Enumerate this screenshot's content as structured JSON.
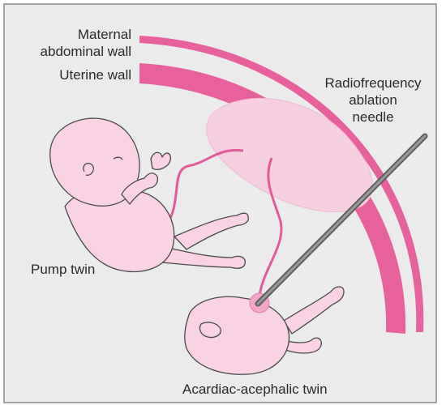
{
  "labels": {
    "maternal_abdominal_wall_line1": "Maternal",
    "maternal_abdominal_wall_line2": "abdominal wall",
    "uterine_wall": "Uterine wall",
    "needle_line1": "Radiofrequency",
    "needle_line2": "ablation",
    "needle_line3": "needle",
    "pump_twin": "Pump twin",
    "acardiac_twin": "Acardiac-acephalic twin"
  },
  "colors": {
    "frame": "#8a8a8a",
    "background": "#ebebeb",
    "wall_pink": "#e7619c",
    "placenta": "#f6cfe0",
    "skin": "#f9d3e3",
    "cord": "#e55a98",
    "needle": "#7b7b7b",
    "outline": "#4a4a4a",
    "text": "#2a2a2a"
  }
}
